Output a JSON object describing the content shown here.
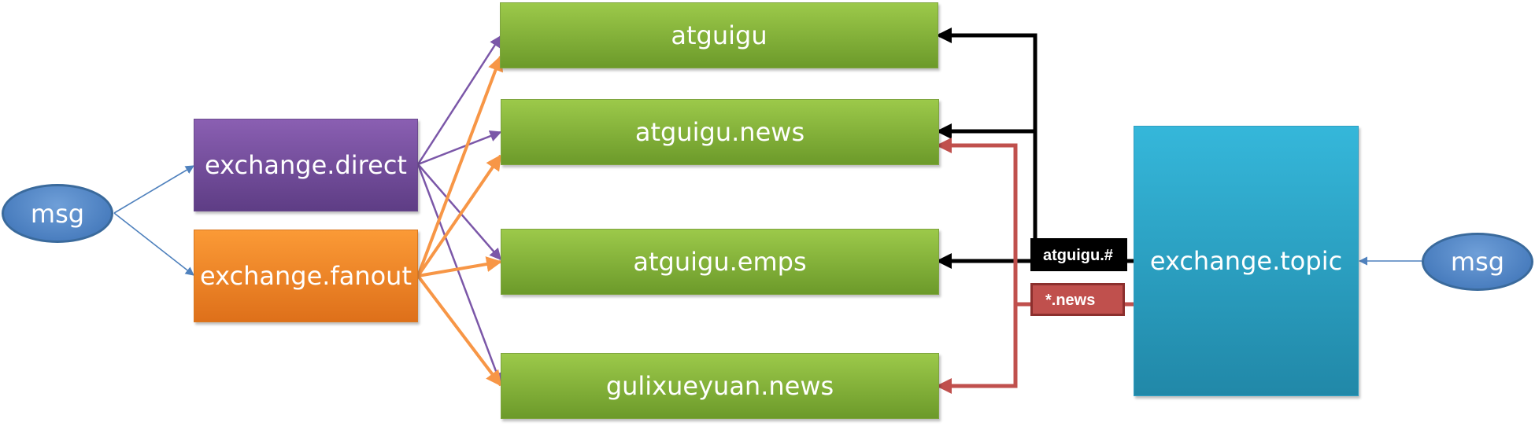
{
  "producers": {
    "left": "msg",
    "right": "msg"
  },
  "exchanges": {
    "direct": "exchange.direct",
    "fanout": "exchange.fanout",
    "topic": "exchange.topic"
  },
  "queues": [
    "atguigu",
    "atguigu.news",
    "atguigu.emps",
    "gulixueyuan.news"
  ],
  "routing_keys": {
    "black": "atguigu.#",
    "red": "*.news"
  },
  "colors": {
    "producer": "#4f81bd",
    "queue": "#8ab63f",
    "direct": "#7a52a6",
    "fanout": "#f58a28",
    "topic": "#2ea4c8",
    "direct_edge": "#7b57a8",
    "fanout_edge": "#f79646",
    "producer_edge": "#4f81bd",
    "topic_edge_black": "#000000",
    "topic_edge_red": "#c0504d"
  }
}
